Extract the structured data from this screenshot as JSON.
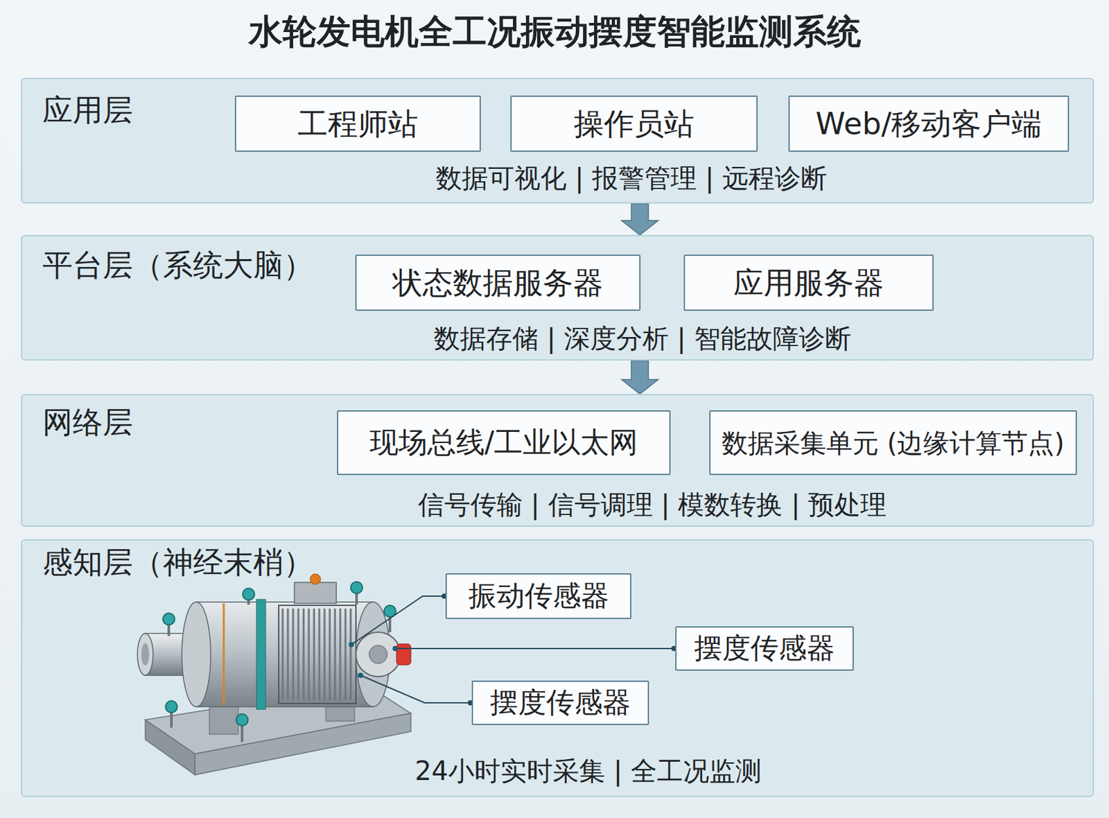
{
  "diagram": {
    "title": "水轮发电机全工况振动摆度智能监测系统",
    "nodes": [
      {
        "text": [
          "应用层",
          "数据可视化 | 报警管理 | 远程诊断"
        ]
      },
      {
        "text": [
          "工程师站"
        ],
        "in": 0
      },
      {
        "text": [
          "操作员站"
        ],
        "in": 0
      },
      {
        "text": [
          "Web/移动客户端"
        ],
        "in": 0
      },
      {
        "text": [
          "平台层（系统大脑）",
          "数据存储 | 深度分析 | 智能故障诊断"
        ]
      },
      {
        "text": [
          "状态数据服务器"
        ],
        "in": 4
      },
      {
        "text": [
          "应用服务器"
        ],
        "in": 4
      },
      {
        "text": [
          "网络层",
          "信号传输 | 信号调理 | 模数转换 | 预处理"
        ]
      },
      {
        "text": [
          "现场总线/工业以太网"
        ],
        "in": 7
      },
      {
        "text": [
          "数据采集单元 (边缘计算节点)"
        ],
        "in": 7
      },
      {
        "text": [
          "感知层（神经末梢）",
          "24小时实时采集 | 全工况监测"
        ]
      },
      {
        "text": [
          "振动传感器"
        ],
        "in": 10
      },
      {
        "text": [
          "摆度传感器"
        ],
        "in": 10
      },
      {
        "text": [
          "摆度传感器"
        ],
        "in": 10
      }
    ],
    "edges": [
      {
        "from": 0,
        "to": 4,
        "arrow": "to"
      },
      {
        "from": 4,
        "to": 7,
        "arrow": "to"
      }
    ]
  }
}
